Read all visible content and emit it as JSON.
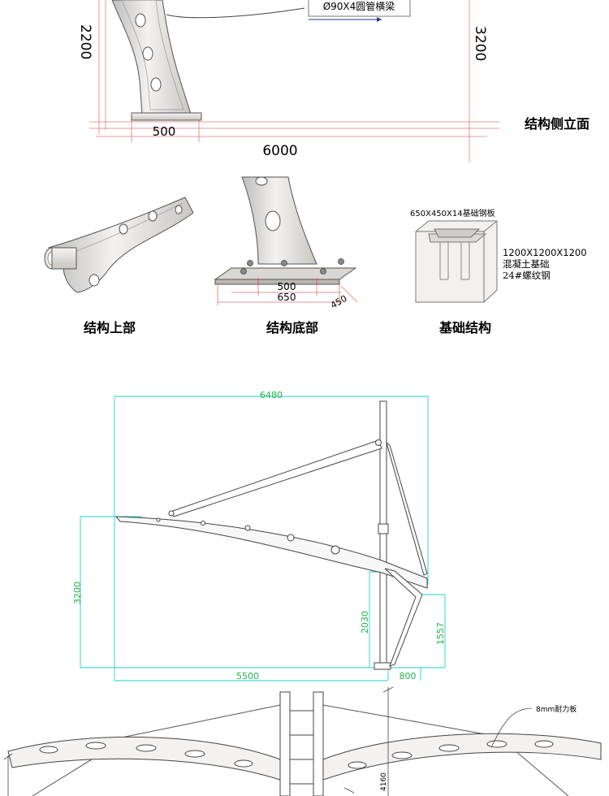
{
  "section_side_elevation": {
    "beam_label": "Ø90X4圆管横梁",
    "dim_left_height": "2200",
    "dim_right_height": "3200",
    "dim_base_width": "500",
    "dim_total_width": "6000",
    "caption": "结构侧立面"
  },
  "section_details": {
    "top_caption": "结构上部",
    "bottom_caption": "结构底部",
    "foundation_caption": "基础结构",
    "base_plate_dim_inner": "500",
    "base_plate_dim_outer": "650",
    "base_plate_dim_depth": "450",
    "foundation_plate_label": "650X450X14基础钢板",
    "foundation_size": "1200X1200X1200",
    "foundation_material": "混凝土基础",
    "foundation_bolt": "24#螺纹钢"
  },
  "section_cad": {
    "dim_total_width": "6480",
    "dim_tip_height": "3200",
    "dim_column_height": "2030",
    "dim_back_height": "1557",
    "dim_overhang": "5500",
    "dim_back_offset": "800"
  },
  "section_bottom": {
    "plate_label": "8mm耐力板",
    "dim_height": "4160"
  },
  "colors": {
    "cad_dimension": "#1ad3c8",
    "cad_text": "#22b34a",
    "dimension_red": "#d94a4a",
    "line_dark": "#333333"
  }
}
